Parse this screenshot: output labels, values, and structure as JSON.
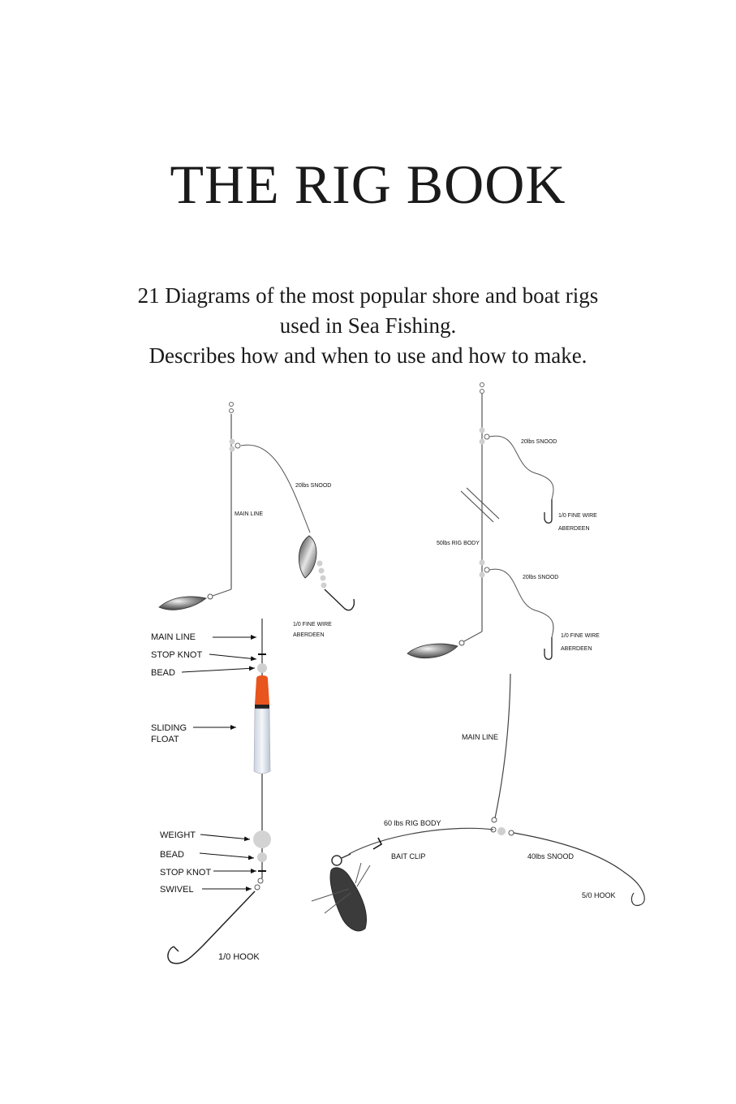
{
  "title": "THE RIG BOOK",
  "subtitle": {
    "line1": "21 Diagrams of the most popular shore and boat rigs",
    "line2": "used in Sea Fishing.",
    "line3": "Describes how and when to use and how to make."
  },
  "diagram1": {
    "main_line": "MAIN LINE",
    "snood": "20lbs SNOOD",
    "hook_line1": "1/0 FINE WIRE",
    "hook_line2": "ABERDEEN"
  },
  "diagram2": {
    "snood_top": "20lbs SNOOD",
    "hook_top_line1": "1/0 FINE WIRE",
    "hook_top_line2": "ABERDEEN",
    "rig_body": "50lbs RIG BODY",
    "snood_bottom": "20lbs SNOOD",
    "hook_bottom_line1": "1/0 FINE WIRE",
    "hook_bottom_line2": "ABERDEEN"
  },
  "diagram3": {
    "main_line": "MAIN LINE",
    "stop_knot": "STOP KNOT",
    "bead": "BEAD",
    "float_line1": "SLIDING",
    "float_line2": "FLOAT",
    "weight": "WEIGHT",
    "bead2": "BEAD",
    "stop_knot2": "STOP KNOT",
    "swivel": "SWIVEL",
    "hook": "1/0 HOOK"
  },
  "diagram4": {
    "main_line": "MAIN LINE",
    "rig_body": "60 lbs RIG BODY",
    "bait_clip": "BAIT CLIP",
    "snood": "40lbs SNOOD",
    "hook": "5/0 HOOK"
  },
  "colors": {
    "float_orange": "#e8551e",
    "float_white": "#e8eef5",
    "bead_grey": "#d3d3d3",
    "lead": "#6e6e6e"
  }
}
